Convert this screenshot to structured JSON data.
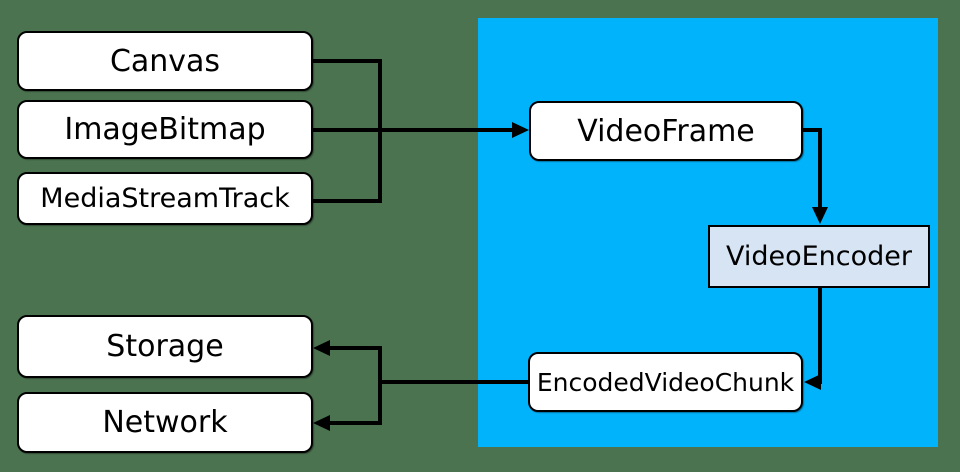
{
  "diagram": {
    "nodes": {
      "canvas": "Canvas",
      "image_bitmap": "ImageBitmap",
      "media_stream_track": "MediaStreamTrack",
      "video_frame": "VideoFrame",
      "video_encoder": "VideoEncoder",
      "encoded_video_chunk": "EncodedVideoChunk",
      "storage": "Storage",
      "network": "Network"
    },
    "edges": [
      {
        "from": "Canvas",
        "to": "VideoFrame"
      },
      {
        "from": "ImageBitmap",
        "to": "VideoFrame"
      },
      {
        "from": "MediaStreamTrack",
        "to": "VideoFrame"
      },
      {
        "from": "VideoFrame",
        "to": "VideoEncoder"
      },
      {
        "from": "VideoEncoder",
        "to": "EncodedVideoChunk"
      },
      {
        "from": "EncodedVideoChunk",
        "to": "Storage"
      },
      {
        "from": "EncodedVideoChunk",
        "to": "Network"
      }
    ],
    "colors": {
      "background": "#4b7350",
      "panel": "#00b3fb",
      "node_fill": "#ffffff",
      "encoder_fill": "#d7e4f4",
      "line": "#000000",
      "text": "#000000"
    }
  }
}
